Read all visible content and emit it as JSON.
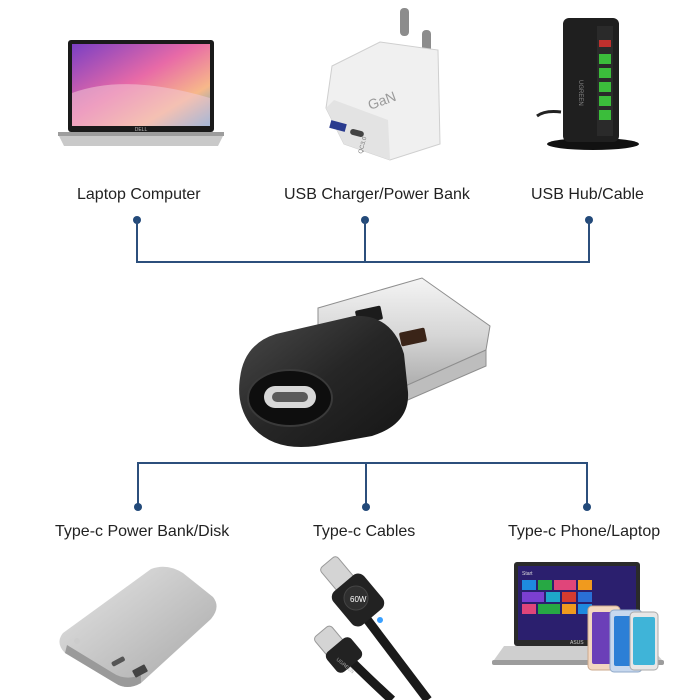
{
  "top_devices": {
    "laptop_label": "Laptop Computer",
    "charger_label": "USB Charger/Power Bank",
    "hub_label": "USB Hub/Cable"
  },
  "bottom_devices": {
    "powerbank_label": "Type-c Power Bank/Disk",
    "cable_label": "Type-c Cables",
    "phone_laptop_label": "Type-c Phone/Laptop"
  },
  "product_text": {
    "laptop_brand": "DELL",
    "charger_logo": "GaN",
    "charger_port_label": "QC3.0",
    "cable_wattage": "60W",
    "laptop2_brand": "ASUS",
    "hub_brand": "UGREEN",
    "cable_brand": "UGREEN",
    "laptop2_start_label": "Start"
  },
  "colors": {
    "connector_line": "#2c4f7c",
    "adapter_body": "#2b2b2b",
    "usb_metal": "#d9d9d9"
  }
}
